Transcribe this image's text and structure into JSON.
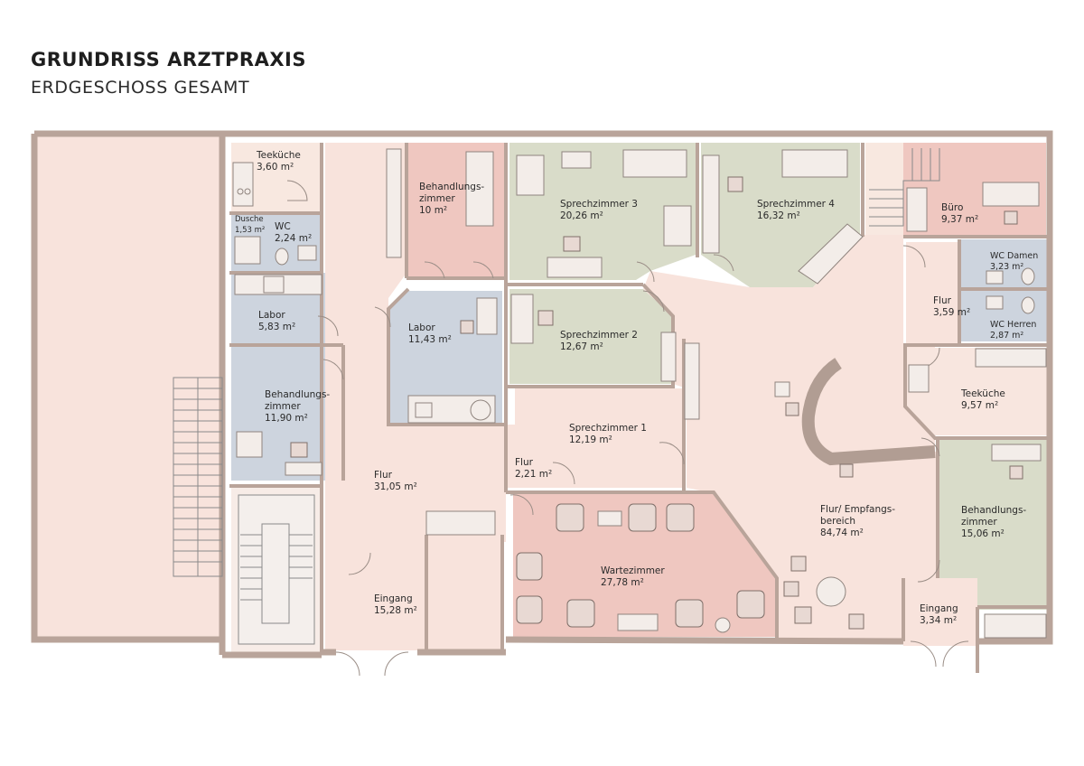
{
  "header": {
    "title": "GRUNDRISS ARZTPRAXIS",
    "subtitle": "ERDGESCHOSS GESAMT"
  },
  "colors": {
    "peach": "#f8e4db",
    "pink": "#efc7c0",
    "green": "#d9dcc9",
    "blue": "#cdd4de",
    "wall": "#b9a49a"
  },
  "rooms": [
    {
      "id": "teekueche-1",
      "name": "Teeküche",
      "area": "3,60 m²"
    },
    {
      "id": "dusche",
      "name": "Dusche",
      "area": "1,53 m²"
    },
    {
      "id": "wc",
      "name": "WC",
      "area": "2,24 m²"
    },
    {
      "id": "labor-1",
      "name": "Labor",
      "area": "5,83 m²"
    },
    {
      "id": "behandlung-1",
      "name": "Behandlungs-",
      "name2": "zimmer",
      "area": "11,90 m²"
    },
    {
      "id": "behandlung-2",
      "name": "Behandlungs-",
      "name2": "zimmer",
      "area": "10 m²"
    },
    {
      "id": "labor-2",
      "name": "Labor",
      "area": "11,43 m²"
    },
    {
      "id": "sprech-3",
      "name": "Sprechzimmer 3",
      "area": "20,26 m²"
    },
    {
      "id": "sprech-4",
      "name": "Sprechzimmer 4",
      "area": "16,32 m²"
    },
    {
      "id": "sprech-2",
      "name": "Sprechzimmer 2",
      "area": "12,67 m²"
    },
    {
      "id": "sprech-1",
      "name": "Sprechzimmer 1",
      "area": "12,19 m²"
    },
    {
      "id": "buero",
      "name": "Büro",
      "area": "9,37 m²"
    },
    {
      "id": "wc-damen",
      "name": "WC Damen",
      "area": "3,23 m²"
    },
    {
      "id": "wc-herren",
      "name": "WC Herren",
      "area": "2,87 m²"
    },
    {
      "id": "flur-3",
      "name": "Flur",
      "area": "3,59 m²"
    },
    {
      "id": "teekueche-2",
      "name": "Teeküche",
      "area": "9,57 m²"
    },
    {
      "id": "flur-1",
      "name": "Flur",
      "area": "31,05 m²"
    },
    {
      "id": "flur-2",
      "name": "Flur",
      "area": "2,21 m²"
    },
    {
      "id": "wartezimmer",
      "name": "Wartezimmer",
      "area": "27,78 m²"
    },
    {
      "id": "empfang",
      "name": "Flur/ Empfangs-",
      "name2": "bereich",
      "area": "84,74 m²"
    },
    {
      "id": "behandlung-3",
      "name": "Behandlungs-",
      "name2": "zimmer",
      "area": "15,06 m²"
    },
    {
      "id": "eingang-1",
      "name": "Eingang",
      "area": "15,28 m²"
    },
    {
      "id": "eingang-2",
      "name": "Eingang",
      "area": "3,34 m²"
    }
  ]
}
